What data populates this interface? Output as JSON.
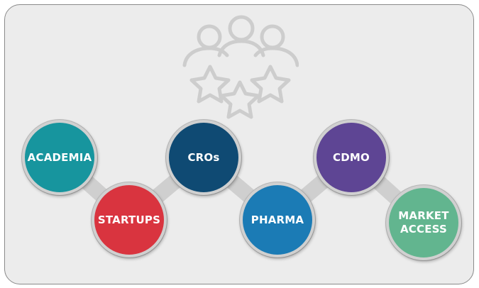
{
  "colors": {
    "panel_bg": "#ececec",
    "panel_border": "#8a8a8a",
    "connector": "#cfcfcf",
    "icon_stroke": "#cdcdcd"
  },
  "icon": {
    "name": "team-stars-icon"
  },
  "stakeholders": [
    {
      "key": "academia",
      "label": "ACADEMIA",
      "color": "#17959e"
    },
    {
      "key": "startups",
      "label": "STARTUPS",
      "color": "#d9343f"
    },
    {
      "key": "cros",
      "label": "CROs",
      "color": "#0f4a73"
    },
    {
      "key": "pharma",
      "label": "PHARMA",
      "color": "#1b7bb5"
    },
    {
      "key": "cdmo",
      "label": "CDMO",
      "color": "#5e4594"
    },
    {
      "key": "market_access",
      "label": "MARKET\nACCESS",
      "color": "#62b58f"
    }
  ]
}
